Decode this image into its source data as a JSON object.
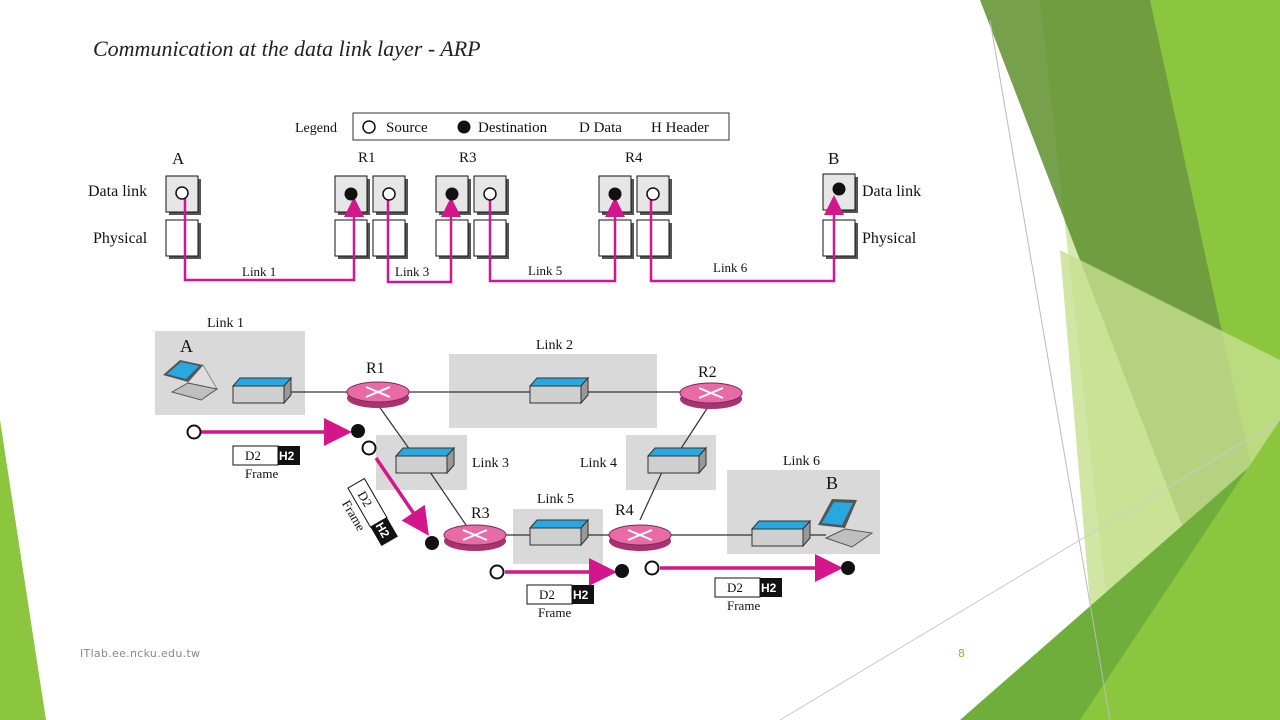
{
  "slide": {
    "title": "Communication at the data link layer - ARP",
    "footer": "ITlab.ee.ncku.edu.tw",
    "page_number": "8"
  },
  "colors": {
    "accent_green_dark": "#5f8f2e",
    "accent_green": "#8cc63f",
    "accent_green_light": "#c5e08f",
    "path_magenta": "#d4168c",
    "router_pink": "#e86aa6",
    "switch_blue": "#29a8e0",
    "link_box_gray": "#d9d9d9"
  },
  "legend": {
    "label": "Legend",
    "source": "Source",
    "destination": "Destination",
    "data": "D Data",
    "header": "H Header"
  },
  "layers": {
    "data_link": "Data link",
    "physical": "Physical"
  },
  "top_nodes": [
    "A",
    "R1",
    "R3",
    "R4",
    "B"
  ],
  "top_links": [
    "Link 1",
    "Link 3",
    "Link 5",
    "Link 6"
  ],
  "network": {
    "hosts": [
      "A",
      "B"
    ],
    "routers": [
      "R1",
      "R2",
      "R3",
      "R4"
    ],
    "links": [
      "Link 1",
      "Link 2",
      "Link 3",
      "Link 4",
      "Link 5",
      "Link 6"
    ]
  },
  "frame": {
    "data": "D2",
    "header": "H2",
    "label": "Frame"
  }
}
